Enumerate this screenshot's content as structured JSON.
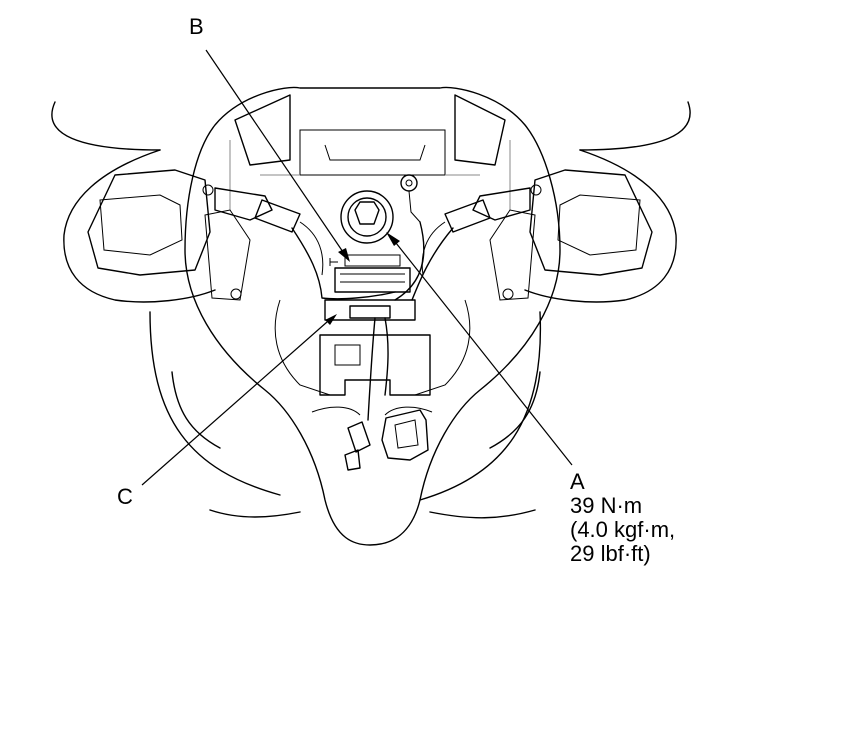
{
  "callouts": {
    "a": {
      "letter": "A",
      "torque_nm": "39 N·m",
      "torque_kgf": "(4.0 kgf·m,",
      "torque_lbf": "29 lbf·ft)"
    },
    "b": {
      "letter": "B"
    },
    "c": {
      "letter": "C"
    }
  }
}
